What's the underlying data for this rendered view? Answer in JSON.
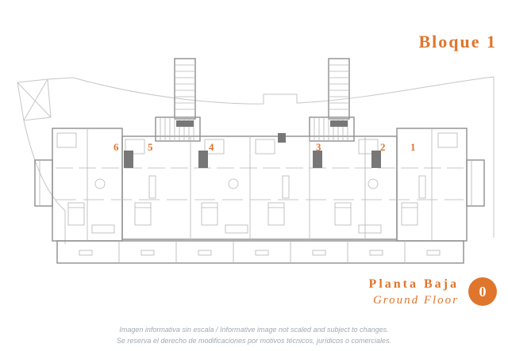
{
  "title": "Bloque 1",
  "units": [
    "6",
    "5",
    "4",
    "3",
    "2",
    "1"
  ],
  "floor": {
    "name_es": "Planta Baja",
    "name_en": "Ground Floor",
    "badge": "0"
  },
  "disclaimer": {
    "line1": "Imagen informativa sin escala /  Informative image not scaled and subject to changes.",
    "line2": "Se reserva el derecho de modificaciones por motivos técnicos, jurídicos o comerciales."
  },
  "colors": {
    "accent": "#e0752c",
    "muted": "#a0a9b2",
    "plan_line": "#b5b5b5",
    "plan_wall": "#8f8f8f",
    "plan_dark": "#777777"
  }
}
